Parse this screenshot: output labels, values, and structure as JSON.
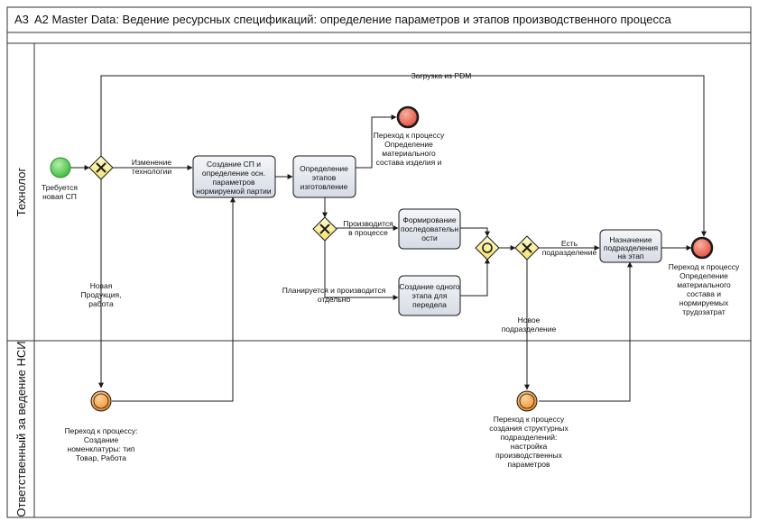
{
  "header": {
    "code": "А3",
    "title": "А2 Master Data: Ведение ресурсных спецификаций: определение параметров и этапов производственного процесса"
  },
  "lanes": {
    "top": "Технолог",
    "bottom": "Ответственный за ведение НСИ"
  },
  "events": {
    "start": [
      "Требуется",
      "новая СП"
    ],
    "end_top": [
      "Переход к процессу",
      "Определение",
      "материального",
      "состава изделия и"
    ],
    "end_right": [
      "Переход к процессу",
      "Определение",
      "материального",
      "состава и",
      "нормируемых",
      "трудозатрат"
    ],
    "inter_nsi_left": [
      "Переход к процессу:",
      "Создание",
      "номенклатуры: тип",
      "Товар, Работа"
    ],
    "inter_nsi_right": [
      "Переход к процессу",
      "создания структурных",
      "подразделений:",
      "настройка",
      "производственных",
      "параметров"
    ]
  },
  "tasks": {
    "create_sp": [
      "Создание СП и",
      "определение осн.",
      "параметров",
      "нормируемой партии"
    ],
    "define_stages": [
      "Определение",
      "этапов",
      "изготовление"
    ],
    "form_sequence": [
      "Формирование",
      "последовательн",
      "ости"
    ],
    "create_one_stage": [
      "Создание одного",
      "этапа для",
      "передела"
    ],
    "assign_division": [
      "Назначение",
      "подразделения",
      "на этап"
    ]
  },
  "flow_labels": {
    "pdm": "Загрузка из PDM",
    "tech_change": [
      "Изменение",
      "технологии"
    ],
    "new_product": [
      "Новая",
      "Продукция,",
      "работа"
    ],
    "in_process": [
      "Производится",
      "в процессе"
    ],
    "separately": [
      "Планируется и производится",
      "отдельно"
    ],
    "has_division": [
      "Есть",
      "подразделение"
    ],
    "new_division": [
      "Новое",
      "подразделение"
    ]
  },
  "colors": {
    "start": "#5fd35f",
    "end": "#ef6a5a",
    "intermediate": "#f7a84a",
    "gateway": "#fff6a8",
    "task": "#e3e7ee",
    "line": "#1a1a1a"
  }
}
